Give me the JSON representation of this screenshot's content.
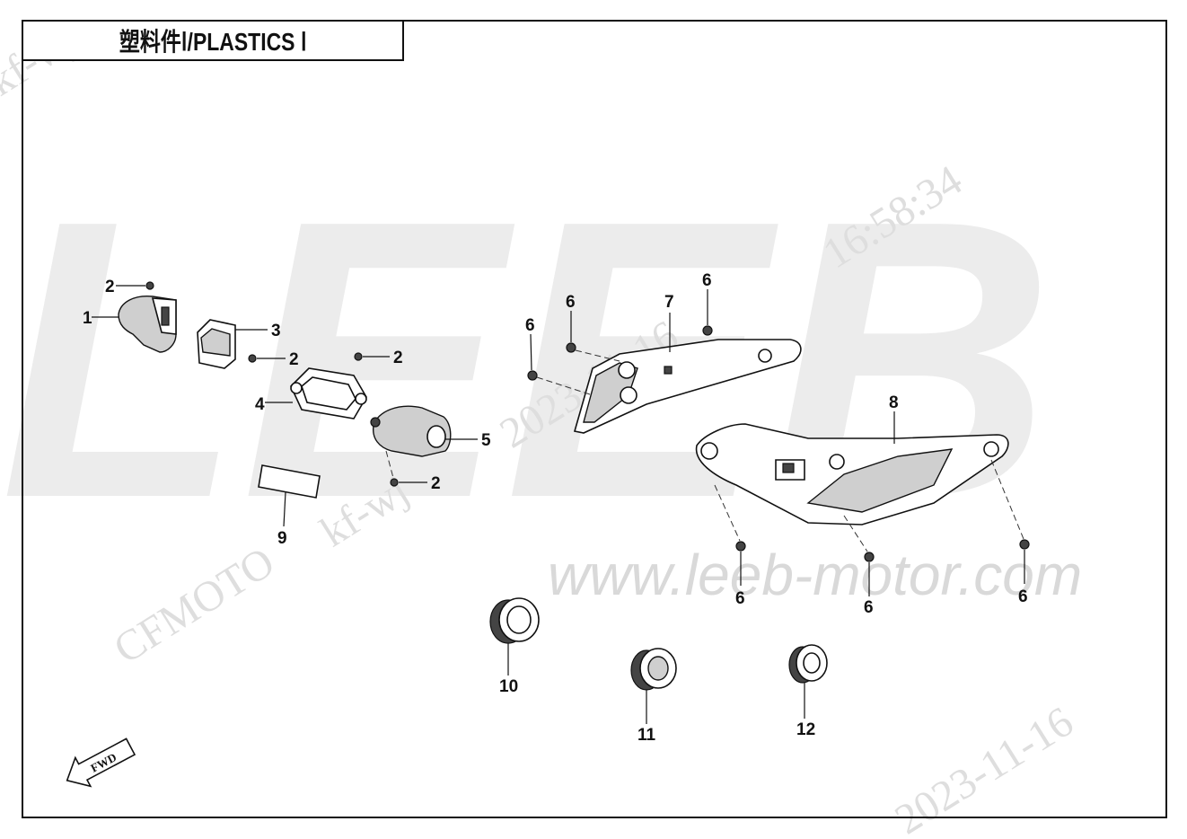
{
  "title": "塑料件Ⅰ/PLASTICS Ⅰ",
  "watermarks": {
    "brand": "LEEB",
    "url": "www.leeb-motor.com",
    "stamp_maker": "CFMOTO",
    "stamp_user": "kf-wj",
    "stamp_date": "2023-11-16",
    "stamp_time": "16:58:34"
  },
  "fwd_label": "FWD",
  "callouts": {
    "c1": "1",
    "c2a": "2",
    "c2b": "2",
    "c2c": "2",
    "c2d": "2",
    "c3": "3",
    "c4": "4",
    "c5": "5",
    "c6a": "6",
    "c6b": "6",
    "c6c": "6",
    "c6d": "6",
    "c6e": "6",
    "c6f": "6",
    "c7": "7",
    "c8": "8",
    "c9": "9",
    "c10": "10",
    "c11": "11",
    "c12": "12"
  },
  "colors": {
    "line": "#111111",
    "watermark": "#e6e6e6",
    "fill_grey": "#cfcfcf"
  }
}
